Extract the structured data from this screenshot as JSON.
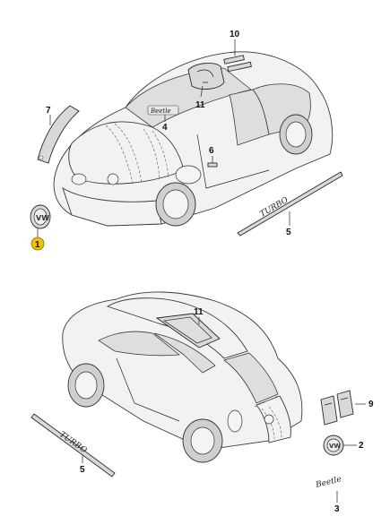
{
  "callouts": {
    "front": {
      "n1": "1",
      "n4": "4",
      "n5": "5",
      "n6": "6",
      "n7": "7",
      "n10": "10",
      "n11": "11"
    },
    "rear": {
      "n2": "2",
      "n3": "3",
      "n5": "5",
      "n9": "9",
      "n11": "11"
    }
  },
  "emblems": {
    "front_emblem": "VW-logo-icon",
    "rear_emblem": "VW-logo-icon",
    "model_script": "Beetle",
    "turbo_script": "TURBO",
    "windshield_script": "Beetle"
  },
  "colors": {
    "highlight": "#f2c200",
    "line": "#222222",
    "panel": "#f2f2f2"
  }
}
